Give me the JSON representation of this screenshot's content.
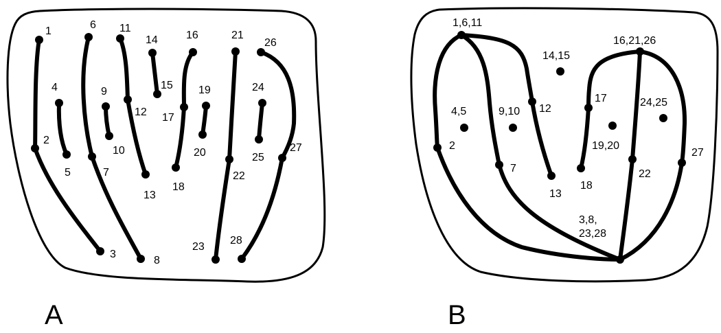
{
  "panels": [
    {
      "id": "A",
      "label": "A",
      "points": [
        {
          "id": "1",
          "text": "1"
        },
        {
          "id": "2",
          "text": "2"
        },
        {
          "id": "3",
          "text": "3"
        },
        {
          "id": "4",
          "text": "4"
        },
        {
          "id": "5",
          "text": "5"
        },
        {
          "id": "6",
          "text": "6"
        },
        {
          "id": "7",
          "text": "7"
        },
        {
          "id": "8",
          "text": "8"
        },
        {
          "id": "9",
          "text": "9"
        },
        {
          "id": "10",
          "text": "10"
        },
        {
          "id": "11",
          "text": "11"
        },
        {
          "id": "12",
          "text": "12"
        },
        {
          "id": "13",
          "text": "13"
        },
        {
          "id": "14",
          "text": "14"
        },
        {
          "id": "15",
          "text": "15"
        },
        {
          "id": "16",
          "text": "16"
        },
        {
          "id": "17",
          "text": "17"
        },
        {
          "id": "18",
          "text": "18"
        },
        {
          "id": "19",
          "text": "19"
        },
        {
          "id": "20",
          "text": "20"
        },
        {
          "id": "21",
          "text": "21"
        },
        {
          "id": "22",
          "text": "22"
        },
        {
          "id": "23",
          "text": "23"
        },
        {
          "id": "24",
          "text": "24"
        },
        {
          "id": "25",
          "text": "25"
        },
        {
          "id": "26",
          "text": "26"
        },
        {
          "id": "27",
          "text": "27"
        },
        {
          "id": "28",
          "text": "28"
        }
      ]
    },
    {
      "id": "B",
      "label": "B",
      "points": [
        {
          "id": "1-6-11",
          "text": "1,6,11"
        },
        {
          "id": "2",
          "text": "2"
        },
        {
          "id": "4-5",
          "text": "4,5"
        },
        {
          "id": "7",
          "text": "7"
        },
        {
          "id": "9-10",
          "text": "9,10"
        },
        {
          "id": "12",
          "text": "12"
        },
        {
          "id": "13",
          "text": "13"
        },
        {
          "id": "14-15",
          "text": "14,15"
        },
        {
          "id": "16-21-26",
          "text": "16,21,26"
        },
        {
          "id": "17",
          "text": "17"
        },
        {
          "id": "18",
          "text": "18"
        },
        {
          "id": "19-20",
          "text": "19,20"
        },
        {
          "id": "22",
          "text": "22"
        },
        {
          "id": "24-25",
          "text": "24,25"
        },
        {
          "id": "27",
          "text": "27"
        },
        {
          "id": "3-8-23-28",
          "text": [
            "3,8,",
            "23,28"
          ]
        }
      ]
    }
  ]
}
